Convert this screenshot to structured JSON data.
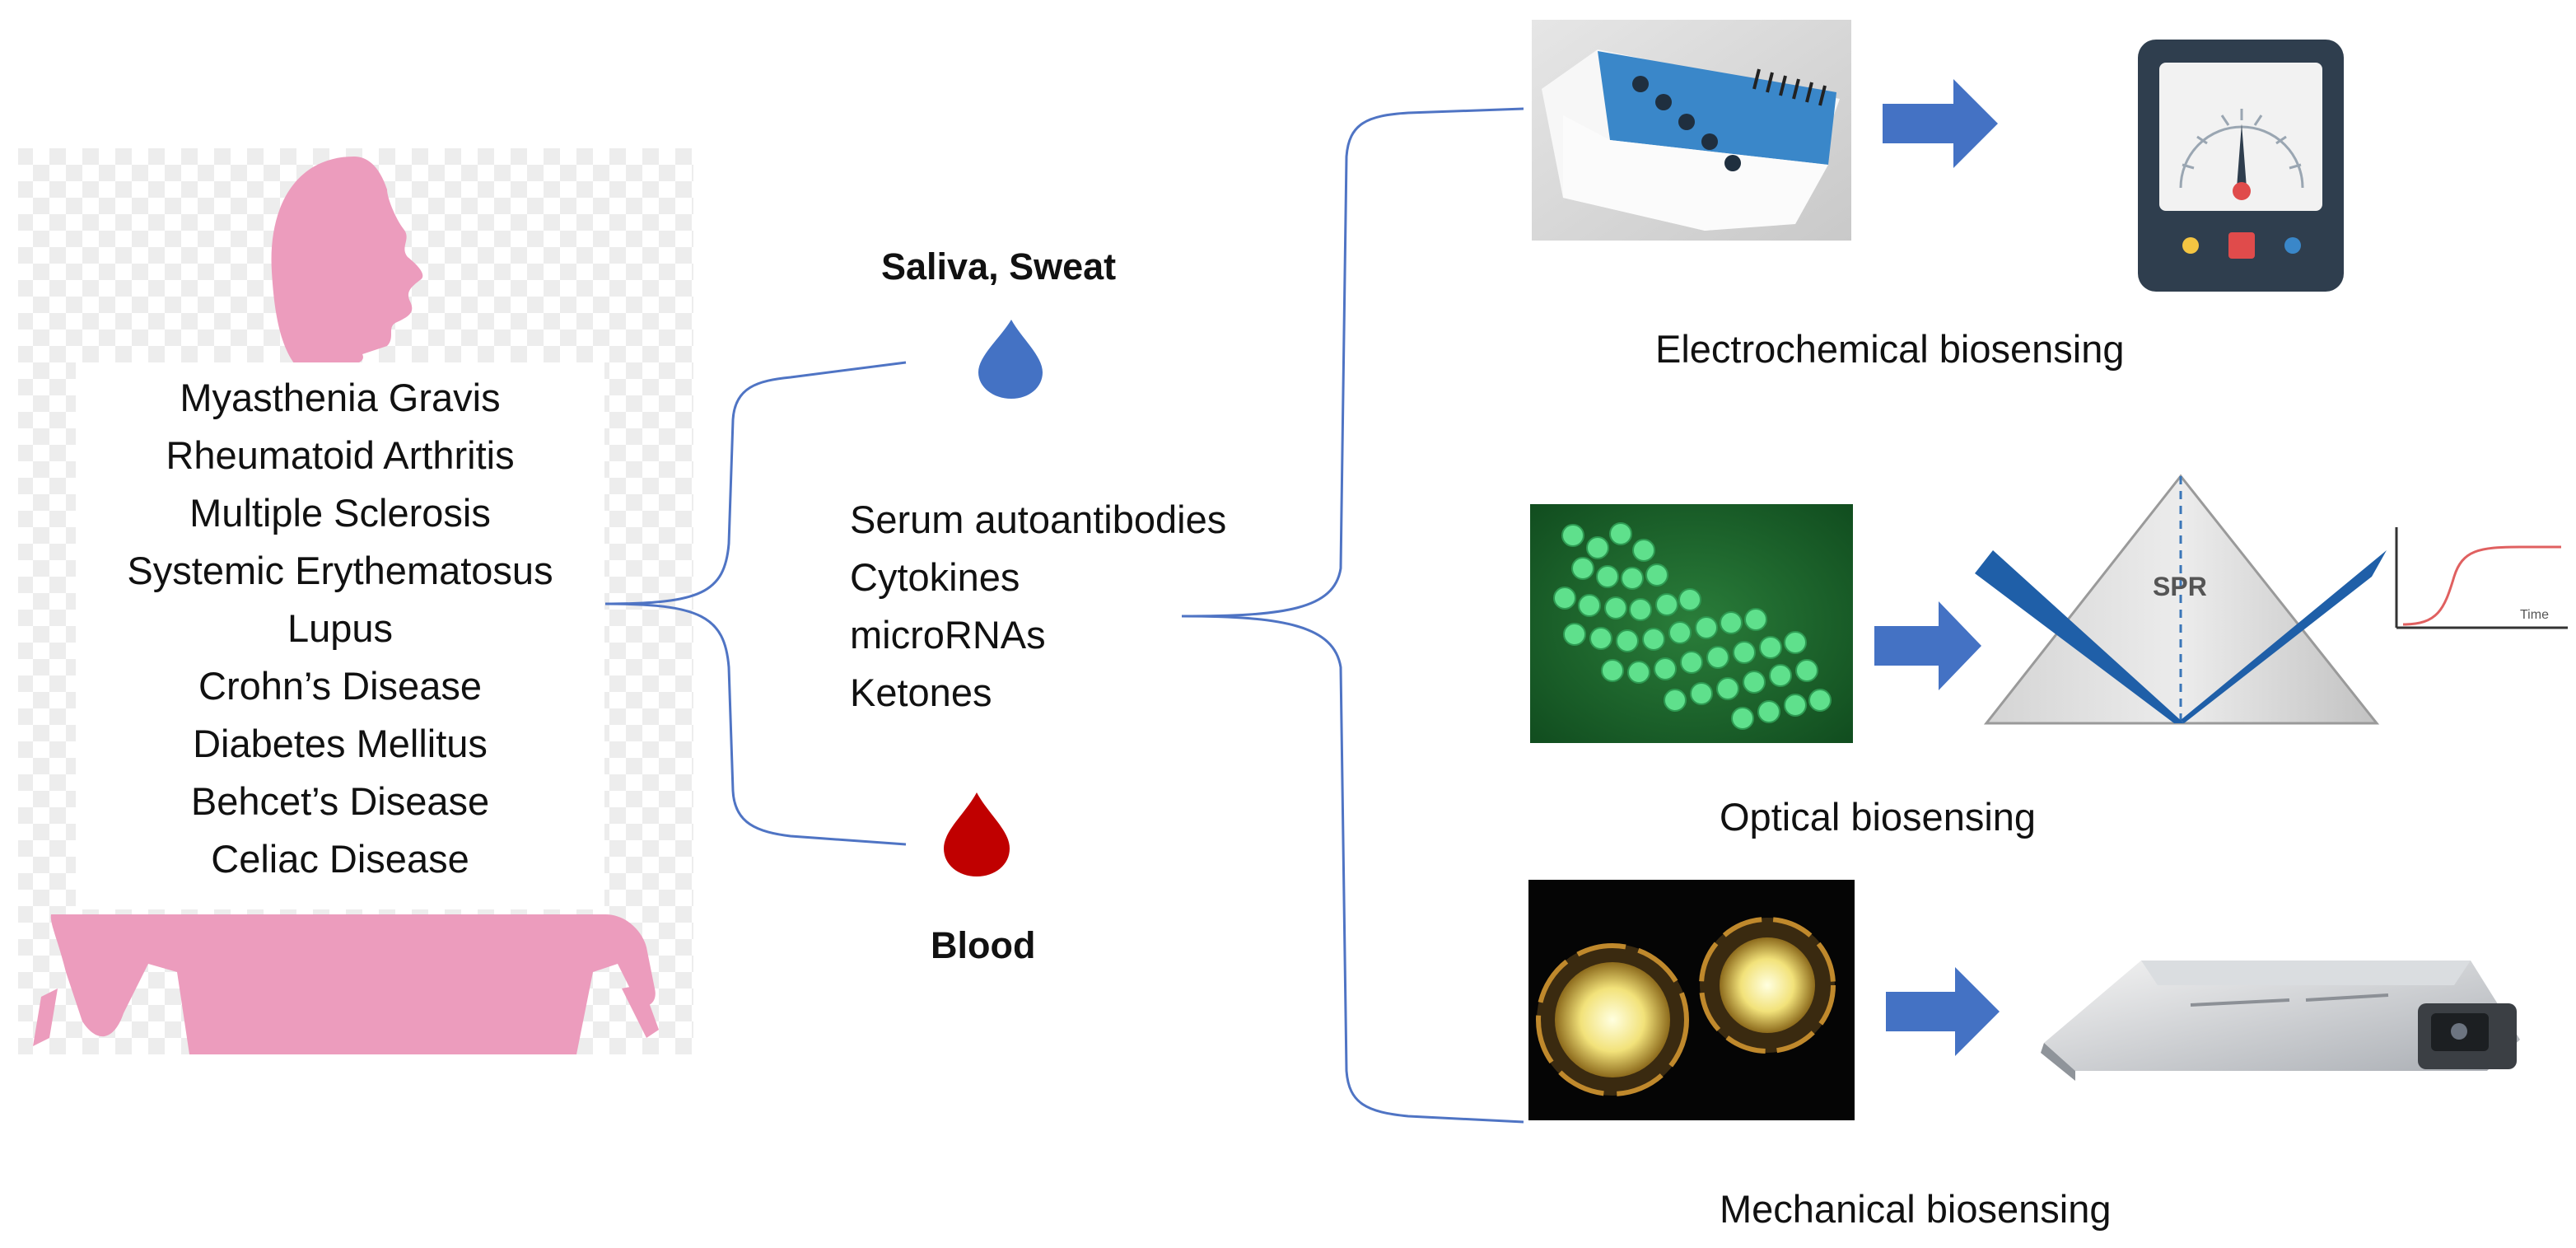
{
  "diseases": [
    "Myasthenia Gravis",
    "Rheumatoid Arthritis",
    "Multiple Sclerosis",
    "Systemic Erythematosus",
    "Lupus",
    "Crohn’s Disease",
    "Diabetes Mellitus",
    "Behcet’s Disease",
    "Celiac Disease"
  ],
  "samples": {
    "saliva_sweat": "Saliva, Sweat",
    "blood": "Blood"
  },
  "biomarkers": [
    "Serum autoantibodies",
    "Cytokines",
    "microRNAs",
    "Ketones"
  ],
  "methods": {
    "electrochemical": "Electrochemical biosensing",
    "optical": "Optical biosensing",
    "mechanical": "Mechanical biosensing"
  },
  "spr_label": "SPR",
  "graph_axis_label": "Time",
  "colors": {
    "silhouette": "#ec9cbd",
    "connector": "#4f74c4",
    "arrow": "#4472c4",
    "saliva_drop": "#4472c4",
    "blood_drop": "#c00000",
    "meter_body": "#2f3e4e",
    "sensor_chip": "#3a87c9",
    "nanoparticles": "#4cd07a",
    "spr_beam": "#1f5fa8",
    "curve": "#e06060"
  },
  "icons": [
    "human-silhouette-icon",
    "water-drop-icon",
    "blood-drop-icon",
    "arrow-right-icon",
    "meter-icon",
    "sensor-chip-icon",
    "nanoparticle-image",
    "prism-icon",
    "graph-icon",
    "electrode-image",
    "device-icon"
  ]
}
